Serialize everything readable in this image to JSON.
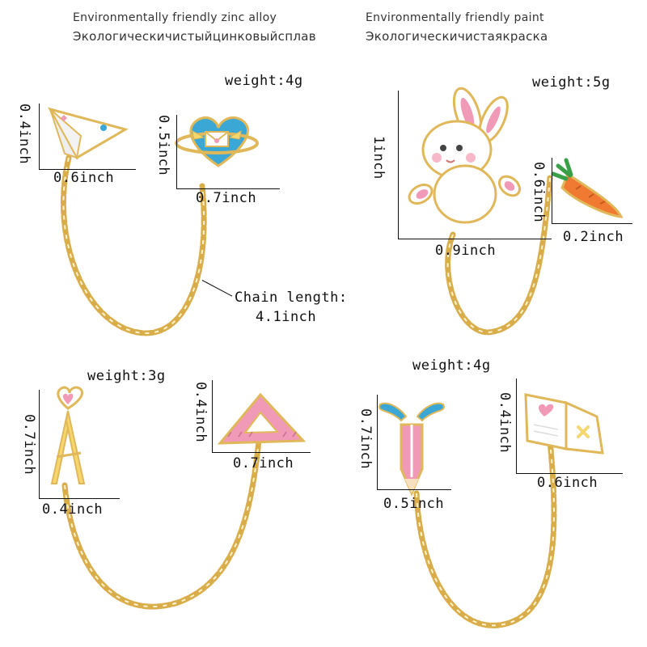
{
  "headers": {
    "left_en": "Environmentally friendly zinc alloy",
    "left_ru": "Экологическичистыйцинковыйсплав",
    "right_en": "Environmentally friendly paint",
    "right_ru": "Экологическичистаякраска"
  },
  "set1": {
    "weight": "weight:4g",
    "plane_h": "0.4inch",
    "plane_w": "0.6inch",
    "heart_h": "0.5inch",
    "heart_w": "0.7inch",
    "chain_label": "Chain length:",
    "chain_value": "4.1inch"
  },
  "set2": {
    "weight": "weight:5g",
    "bunny_h": "1inch",
    "bunny_w": "0.9inch",
    "carrot_h": "0.6inch",
    "carrot_w": "0.2inch"
  },
  "set3": {
    "weight": "weight:3g",
    "compass_h": "0.7inch",
    "compass_w": "0.4inch",
    "ruler_h": "0.4inch",
    "ruler_w": "0.7inch"
  },
  "set4": {
    "weight": "weight:4g",
    "pencil_h": "0.7inch",
    "pencil_w": "0.5inch",
    "book_h": "0.4inch",
    "book_w": "0.6inch"
  },
  "colors": {
    "chain": "#d9ad4a",
    "enamel_blue": "#3aa7d4",
    "enamel_pink": "#f19ab8",
    "gold": "#e0b85a"
  }
}
